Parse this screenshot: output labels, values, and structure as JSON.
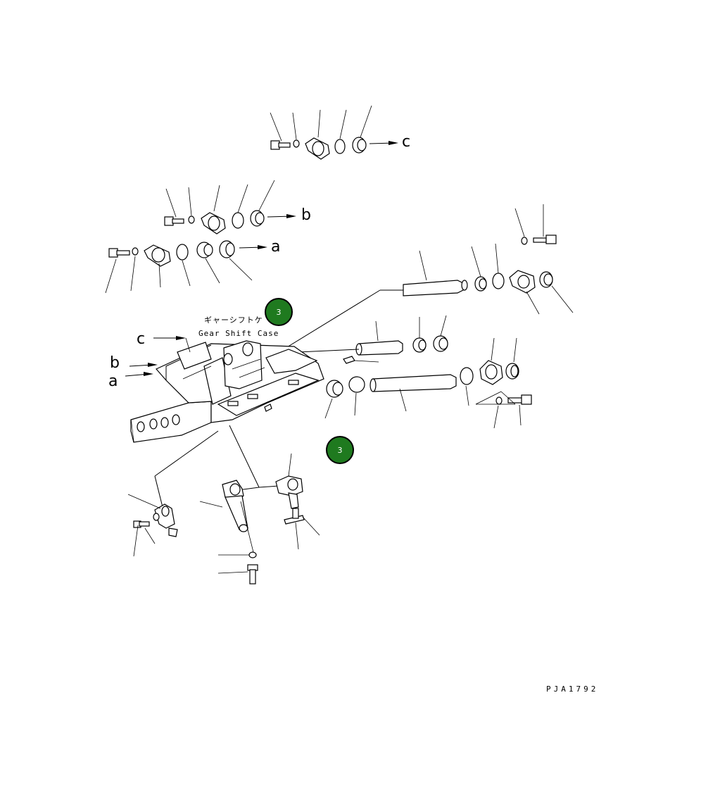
{
  "labels": {
    "arrow_c_top": "c",
    "arrow_b_top": "b",
    "arrow_a_top": "a",
    "arrow_c_left": "c",
    "arrow_b_left": "b",
    "arrow_a_left": "a"
  },
  "caption": {
    "japanese": "ギャーシフトケ",
    "english": "Gear Shift Case"
  },
  "markers": [
    {
      "number": "3"
    },
    {
      "number": "3"
    }
  ],
  "drawing_code": "PJA1792",
  "colors": {
    "marker_fill": "#1f7a1f",
    "line": "#000000",
    "background": "#ffffff"
  }
}
